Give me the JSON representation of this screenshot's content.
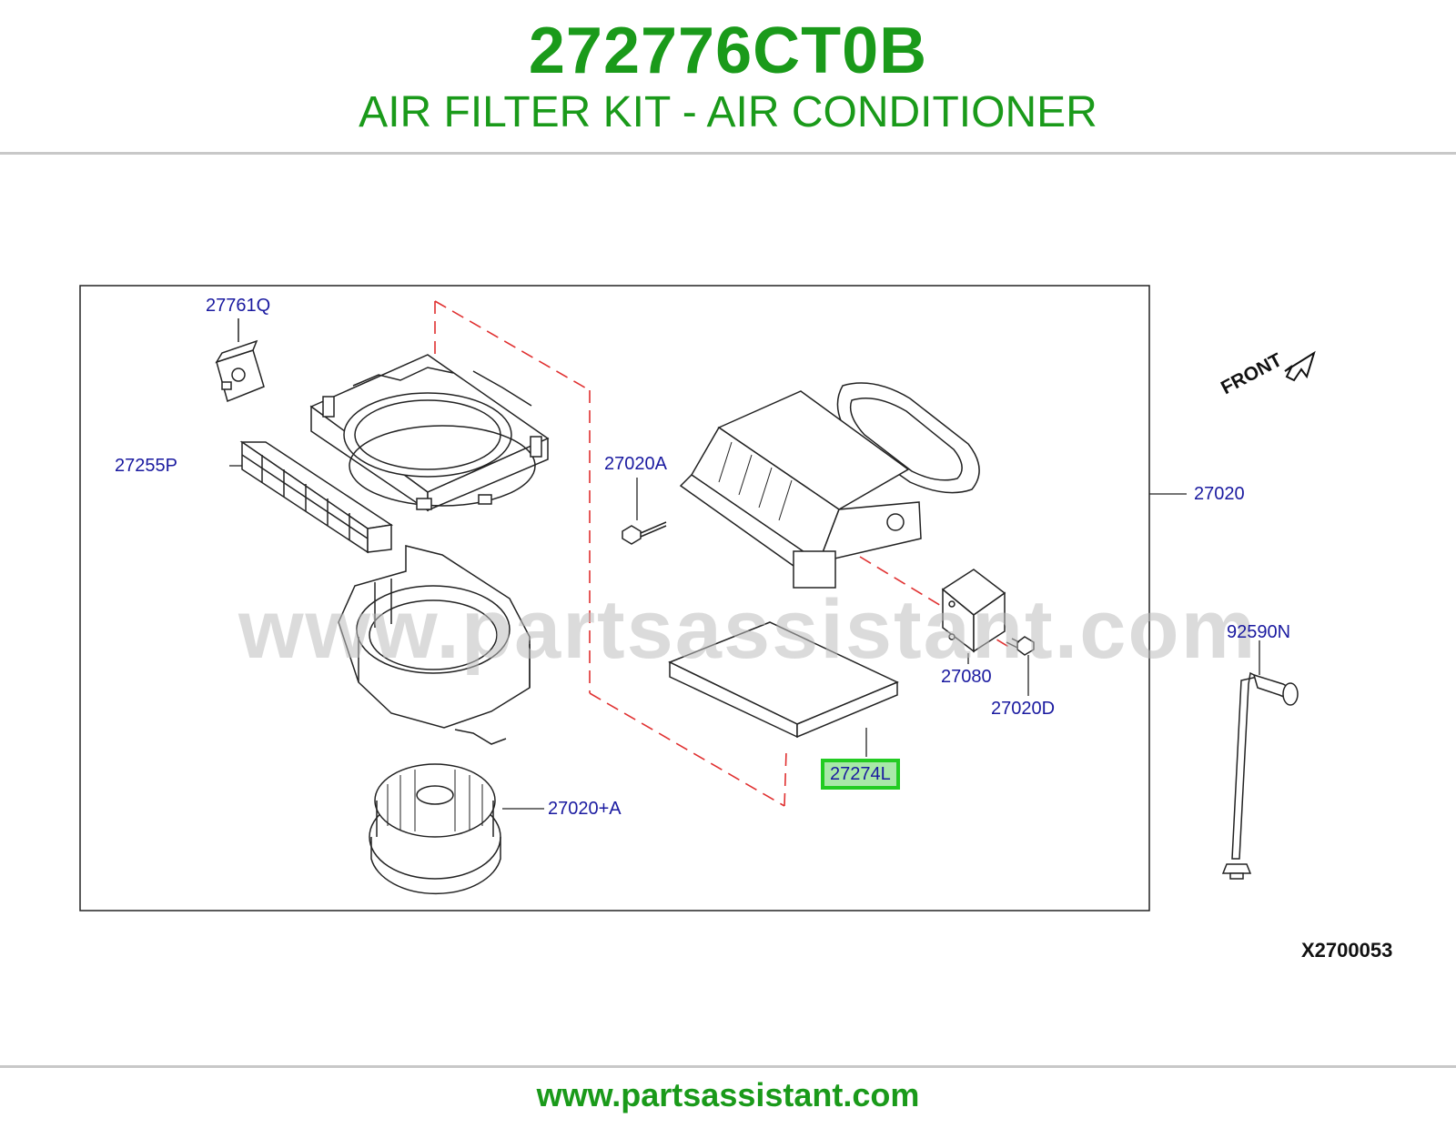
{
  "header": {
    "part_number": "272776CT0B",
    "part_name": "AIR FILTER KIT - AIR CONDITIONER"
  },
  "diagram": {
    "front_label": "FRONT",
    "diagram_code": "X2700053",
    "watermark": "www.partsassistant.com",
    "callouts": {
      "c_27761Q": "27761Q",
      "c_27255P": "27255P",
      "c_27020A": "27020A",
      "c_27020": "27020",
      "c_92590N": "92590N",
      "c_27080": "27080",
      "c_27020D": "27020D",
      "c_27274L": "27274L",
      "c_27020plusA": "27020+A"
    },
    "highlighted_part": "27274L"
  },
  "footer": {
    "url": "www.partsassistant.com"
  },
  "colors": {
    "title_green": "#1a9a1a",
    "label_blue": "#1a1aa0",
    "highlight_border": "#22cc22",
    "highlight_fill": "#a8e8a8",
    "dash_red": "#e03030"
  }
}
